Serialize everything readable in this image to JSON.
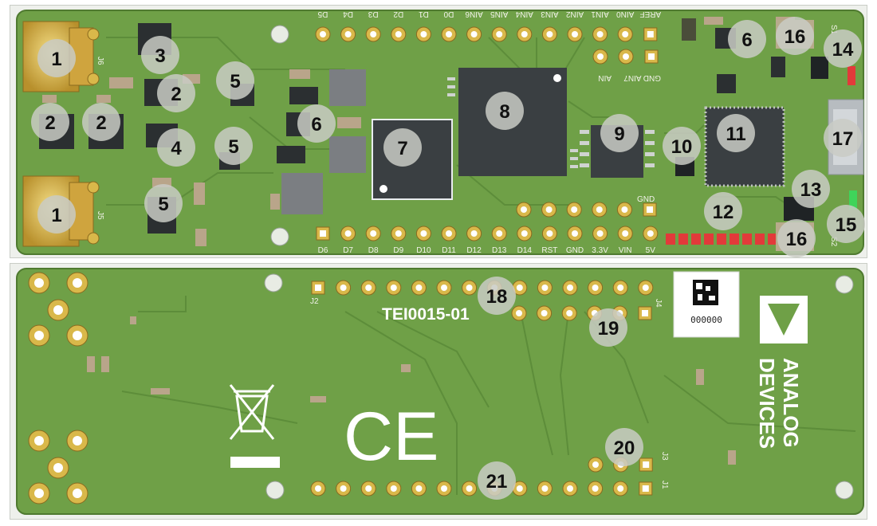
{
  "top_board": {
    "pin_top_labels": [
      "D5",
      "D4",
      "D3",
      "D2",
      "D1",
      "D0",
      "AIN6",
      "AIN5",
      "AIN4",
      "AIN3",
      "AIN2",
      "AIN1",
      "AIN0",
      "AREF"
    ],
    "pin_bottom_labels": [
      "D6",
      "D7",
      "D8",
      "D9",
      "D10",
      "D11",
      "D12",
      "D13",
      "D14",
      "RST",
      "GND",
      "3.3V",
      "VIN",
      "5V"
    ],
    "silk_ain": "AIN",
    "silk_gnd_ain7": "GND AIN7",
    "silk_gnd": "GND",
    "silk_j6": "J6",
    "silk_j5": "J5",
    "silk_s1": "S1",
    "silk_s2": "S2",
    "callouts": [
      "1",
      "1",
      "2",
      "2",
      "2",
      "3",
      "4",
      "5",
      "5",
      "5",
      "6",
      "6",
      "7",
      "8",
      "9",
      "10",
      "11",
      "12",
      "13",
      "14",
      "15",
      "16",
      "16",
      "17"
    ]
  },
  "bottom_board": {
    "model": "TEI0015-01",
    "datamatrix_number": "000000",
    "brand_line1": "ANALOG",
    "brand_line2": "DEVICES",
    "ce_mark": "CE",
    "silk_j2": "J2",
    "silk_j4": "J4",
    "silk_j3": "J3",
    "silk_j1": "J1",
    "callouts": [
      "18",
      "19",
      "20",
      "21"
    ]
  },
  "colors": {
    "pcb_green": "#6fa047",
    "pcb_dark": "#5a8a38",
    "silk": "#f2f2ea",
    "gold": "#d9b84a",
    "chip": "#3a3f42",
    "callout_bg": "#c9cbc4",
    "led_red": "#e23a3a",
    "led_green": "#3fd45a"
  }
}
